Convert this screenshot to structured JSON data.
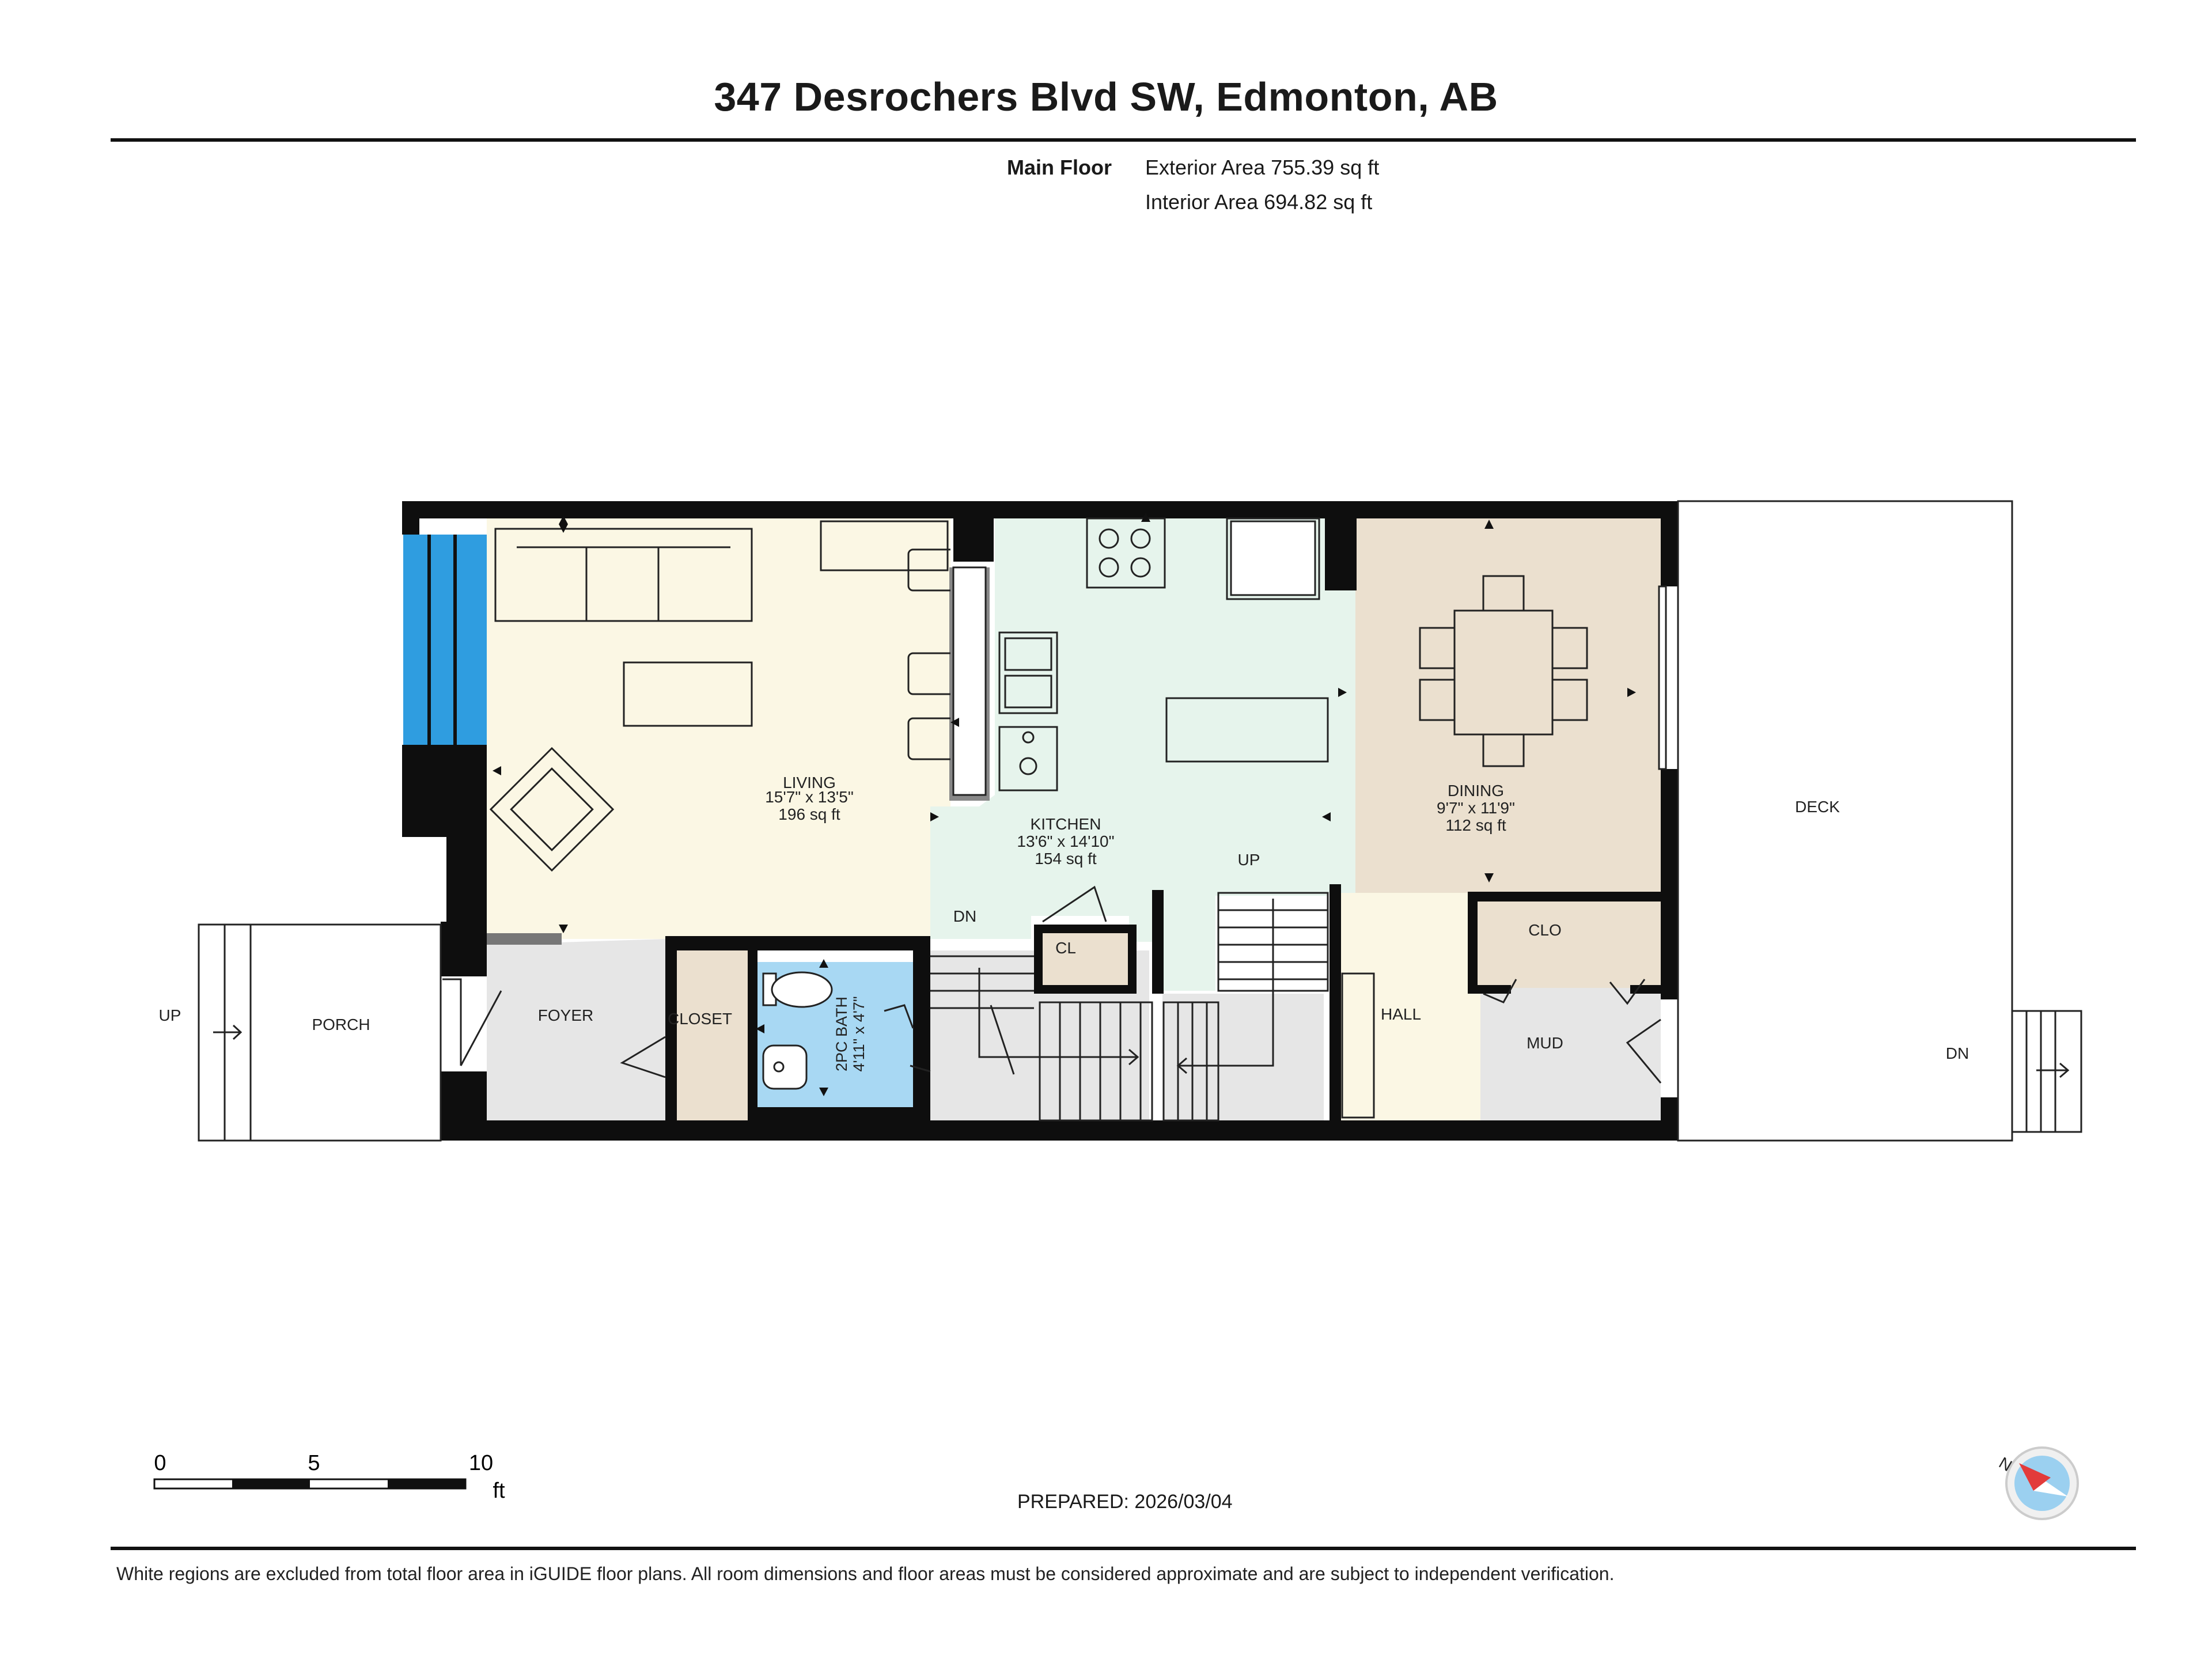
{
  "title": "347 Desrochers Blvd SW, Edmonton, AB",
  "floor": {
    "name": "Main Floor",
    "exterior_area": "Exterior Area 755.39 sq ft",
    "interior_area": "Interior Area 694.82 sq ft"
  },
  "rooms": {
    "living": {
      "name": "LIVING",
      "dims": "15'7\" x 13'5\"",
      "area": "196 sq ft"
    },
    "kitchen": {
      "name": "KITCHEN",
      "dims": "13'6\" x 14'10\"",
      "area": "154 sq ft"
    },
    "dining": {
      "name": "DINING",
      "dims": "9'7\" x 11'9\"",
      "area": "112 sq ft"
    },
    "deck": {
      "name": "DECK"
    },
    "porch": {
      "name": "PORCH"
    },
    "foyer": {
      "name": "FOYER"
    },
    "closet": {
      "name": "CLOSET"
    },
    "bath": {
      "name": "2PC BATH",
      "dims": "4'11\" x 4'7\""
    },
    "cl": {
      "name": "CL"
    },
    "clo": {
      "name": "CLO"
    },
    "hall": {
      "name": "HALL"
    },
    "mud": {
      "name": "MUD"
    }
  },
  "stairs": {
    "dn_left": "DN",
    "up_center": "UP",
    "up_porch": "UP",
    "dn_deck": "DN"
  },
  "scale": {
    "zero": "0",
    "five": "5",
    "ten": "10",
    "unit": "ft"
  },
  "compass_label": "N",
  "prepared": "PREPARED: 2026/03/04",
  "disclaimer": "White regions are excluded from total floor area in iGUIDE floor plans. All room dimensions and floor areas must be considered approximate and are subject to independent verification.",
  "colors": {
    "living": "#fbf7e4",
    "kitchen": "#e6f4ec",
    "dining": "#ebe0cf",
    "bath": "#a8d8f3",
    "closet": "#ebe0cf",
    "hall": "#fbf7e4",
    "utility": "#e6e6e6",
    "window_blue": "#2f9de0",
    "wall": "#0e0e0e"
  }
}
